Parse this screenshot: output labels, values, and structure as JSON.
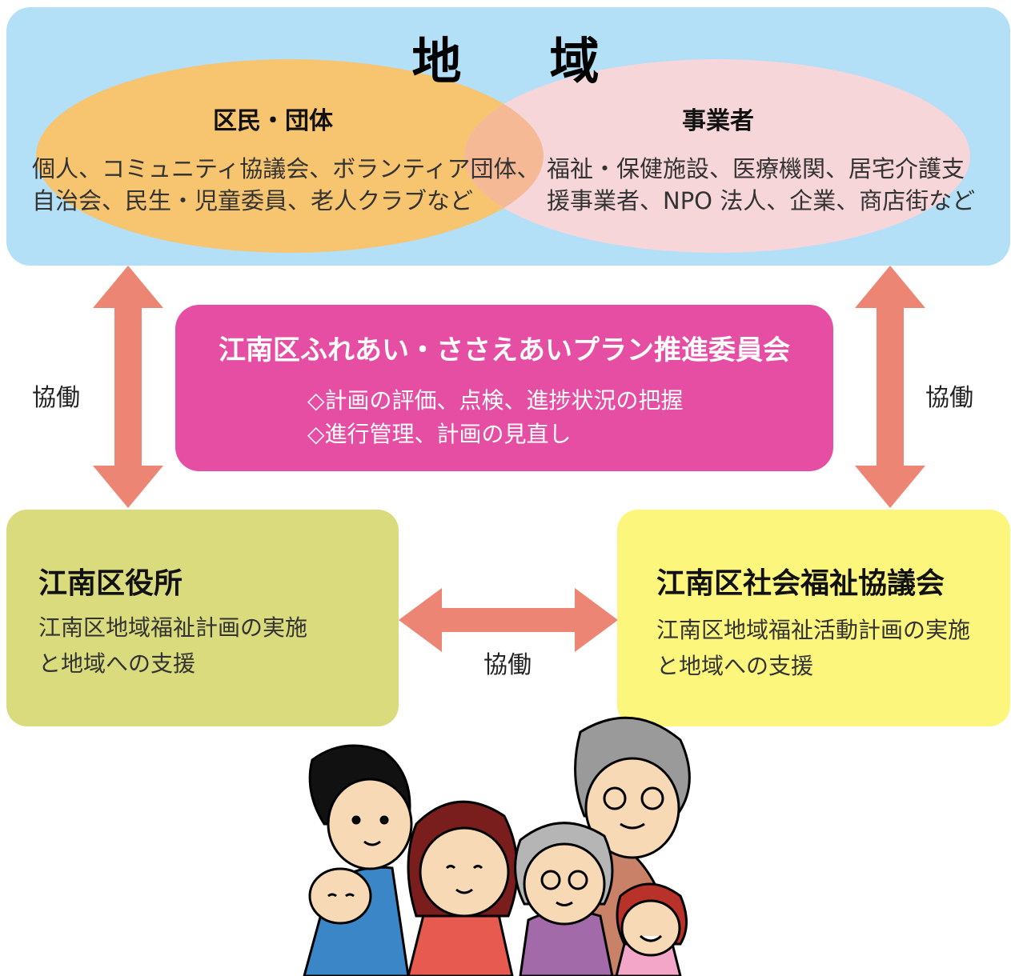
{
  "region": {
    "title": "地域",
    "residents": {
      "title": "区民・団体",
      "lines": [
        "個人、コミュニティ協議会、ボランティア団体、",
        "自治会、民生・児童委員、老人クラブなど"
      ]
    },
    "businesses": {
      "title": "事業者",
      "lines": [
        "福祉・保健施設、医療機関、居宅介護支",
        "援事業者、NPO 法人、企業、商店街など"
      ]
    }
  },
  "committee": {
    "title": "江南区ふれあい・ささえあいプラン推進委員会",
    "items": [
      "◇計画の評価、点検、進捗状況の把握",
      "◇進行管理、計画の見直し"
    ]
  },
  "ward_office": {
    "title": "江南区役所",
    "lines": [
      "江南区地域福祉計画の実施",
      "と地域への支援"
    ]
  },
  "council": {
    "title": "江南区社会福祉協議会",
    "lines": [
      "江南区地域福祉活動計画の実施",
      "と地域への支援"
    ]
  },
  "collaboration_label": "協働",
  "colors": {
    "region_bg": "#b3e0f7",
    "residents_ellipse": "#f7c46f",
    "businesses_ellipse": "#f7d6da",
    "committee_bg": "#e64ea3",
    "ward_bg": "#d9db7c",
    "council_bg": "#fcf67d",
    "arrow": "#ec8573"
  }
}
